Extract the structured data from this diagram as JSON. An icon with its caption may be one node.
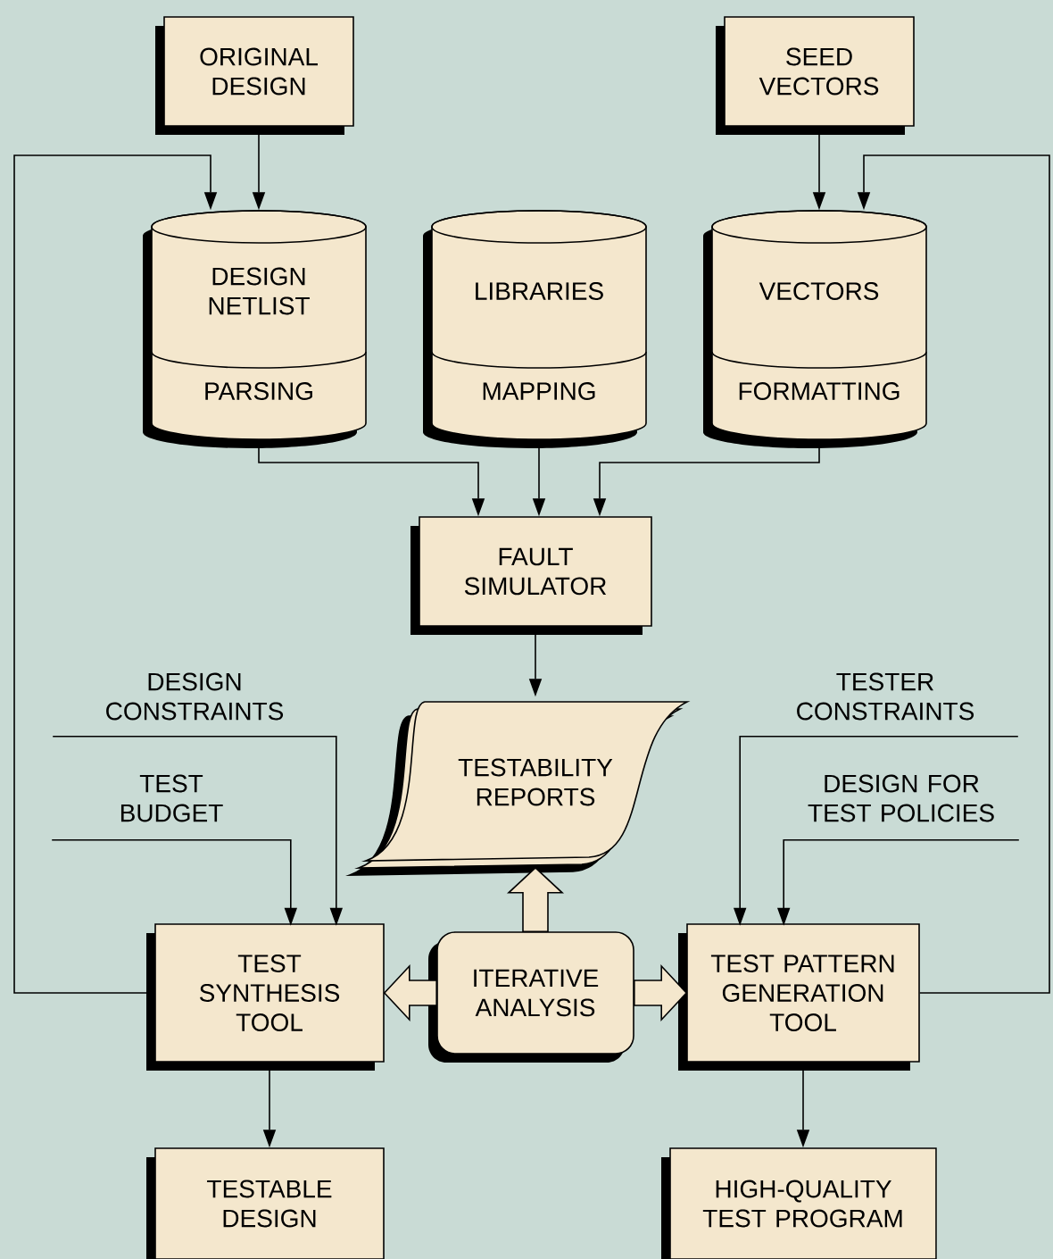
{
  "diagram": {
    "nodes": [
      {
        "text": [
          "ORIGINAL DESIGN"
        ]
      },
      {
        "text": [
          "SEED VECTORS"
        ]
      },
      {
        "text": [
          "DESIGN NETLIST",
          "PARSING"
        ]
      },
      {
        "text": [
          "LIBRARIES",
          "MAPPING"
        ]
      },
      {
        "text": [
          "VECTORS",
          "FORMATTING"
        ]
      },
      {
        "text": [
          "FAULT SIMULATOR"
        ]
      },
      {
        "text": [
          "TESTABILITY REPORTS"
        ]
      },
      {
        "text": [
          "DESIGN CONSTRAINTS"
        ]
      },
      {
        "text": [
          "TEST BUDGET"
        ]
      },
      {
        "text": [
          "TESTER CONSTRAINTS"
        ]
      },
      {
        "text": [
          "DESIGN FOR TEST POLICIES"
        ]
      },
      {
        "text": [
          "TEST SYNTHESIS TOOL"
        ]
      },
      {
        "text": [
          "ITERATIVE ANALYSIS"
        ]
      },
      {
        "text": [
          "TEST PATTERN GENERATION TOOL"
        ]
      },
      {
        "text": [
          "TESTABLE DESIGN"
        ]
      },
      {
        "text": [
          "HIGH-QUALITY TEST PROGRAM"
        ]
      }
    ],
    "edges": [
      {
        "from": 0,
        "to": 2,
        "arrow": "to"
      },
      {
        "from": 1,
        "to": 4,
        "arrow": "to"
      },
      {
        "from": 11,
        "to": 2,
        "arrow": "to"
      },
      {
        "from": 13,
        "to": 4,
        "arrow": "to"
      },
      {
        "from": 2,
        "to": 5,
        "arrow": "to"
      },
      {
        "from": 3,
        "to": 5,
        "arrow": "to"
      },
      {
        "from": 4,
        "to": 5,
        "arrow": "to"
      },
      {
        "from": 5,
        "to": 6,
        "arrow": "to"
      },
      {
        "from": 7,
        "to": 11,
        "arrow": "to"
      },
      {
        "from": 8,
        "to": 11,
        "arrow": "to"
      },
      {
        "from": 9,
        "to": 13,
        "arrow": "to"
      },
      {
        "from": 10,
        "to": 13,
        "arrow": "to"
      },
      {
        "from": 12,
        "to": 11,
        "arrow": "to",
        "style": "thick"
      },
      {
        "from": 12,
        "to": 13,
        "arrow": "to",
        "style": "thick"
      },
      {
        "from": 12,
        "to": 6,
        "arrow": "to",
        "style": "thick"
      },
      {
        "from": 11,
        "to": 14,
        "arrow": "to"
      },
      {
        "from": 13,
        "to": 15,
        "arrow": "to"
      }
    ]
  }
}
